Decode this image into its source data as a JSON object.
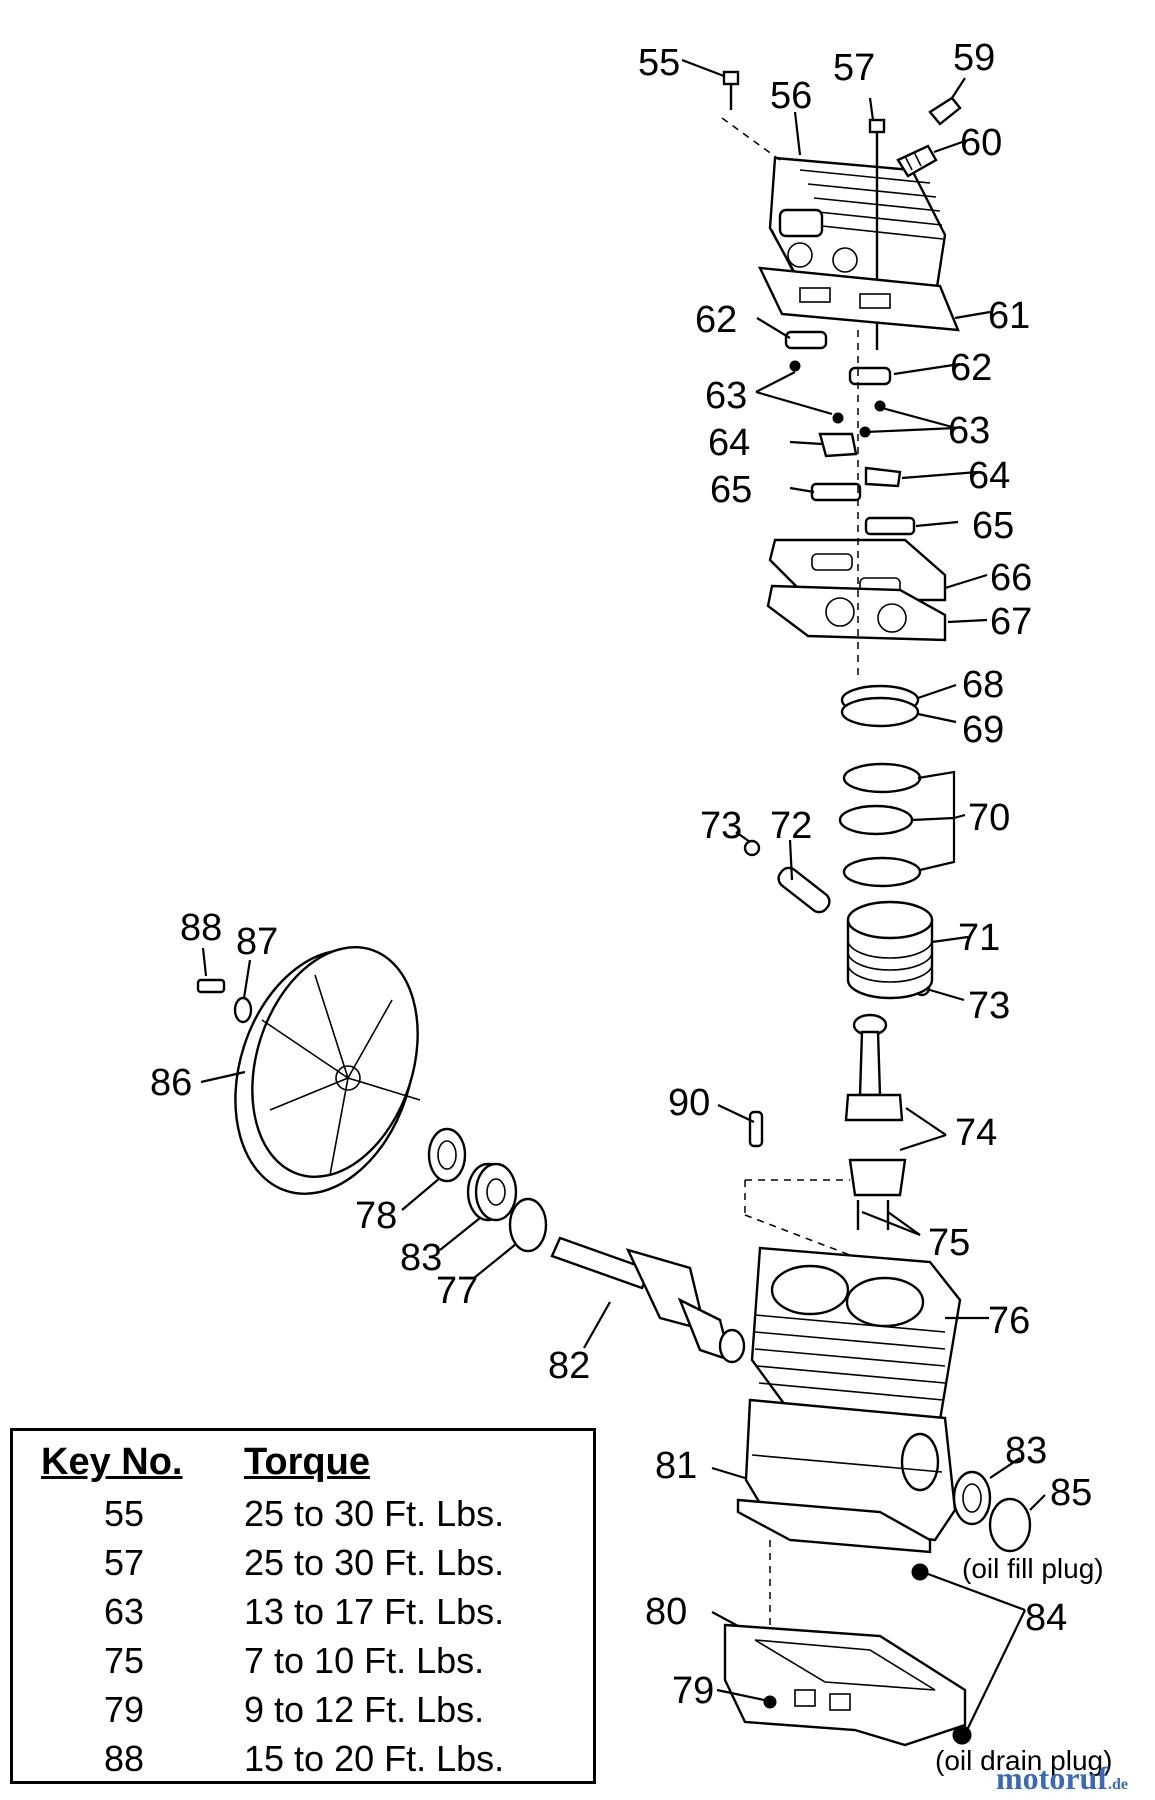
{
  "callouts": [
    "55",
    "56",
    "57",
    "59",
    "60",
    "61",
    "62",
    "62",
    "63",
    "63",
    "64",
    "64",
    "65",
    "65",
    "66",
    "67",
    "68",
    "69",
    "70",
    "73",
    "72",
    "71",
    "73",
    "88",
    "87",
    "86",
    "90",
    "74",
    "75",
    "78",
    "83",
    "77",
    "76",
    "82",
    "81",
    "83",
    "85",
    "80",
    "84",
    "79"
  ],
  "notes": {
    "oil_fill_plug": "(oil fill plug)",
    "oil_drain_plug": "(oil drain plug)"
  },
  "torque_table": {
    "header_key": "Key No.",
    "header_torque": "Torque",
    "rows": [
      {
        "key": "55",
        "torque": "25 to 30 Ft. Lbs."
      },
      {
        "key": "57",
        "torque": "25 to 30 Ft. Lbs."
      },
      {
        "key": "63",
        "torque": "13 to 17 Ft. Lbs."
      },
      {
        "key": "75",
        "torque": "7 to 10 Ft. Lbs."
      },
      {
        "key": "79",
        "torque": "9 to 12 Ft. Lbs."
      },
      {
        "key": "88",
        "torque": "15 to 20 Ft. Lbs."
      }
    ]
  },
  "watermark": {
    "text": "motoruf",
    "suffix": ".de"
  },
  "colors": {
    "line": "#000000",
    "background": "#ffffff",
    "watermark": "#3a69b8"
  }
}
